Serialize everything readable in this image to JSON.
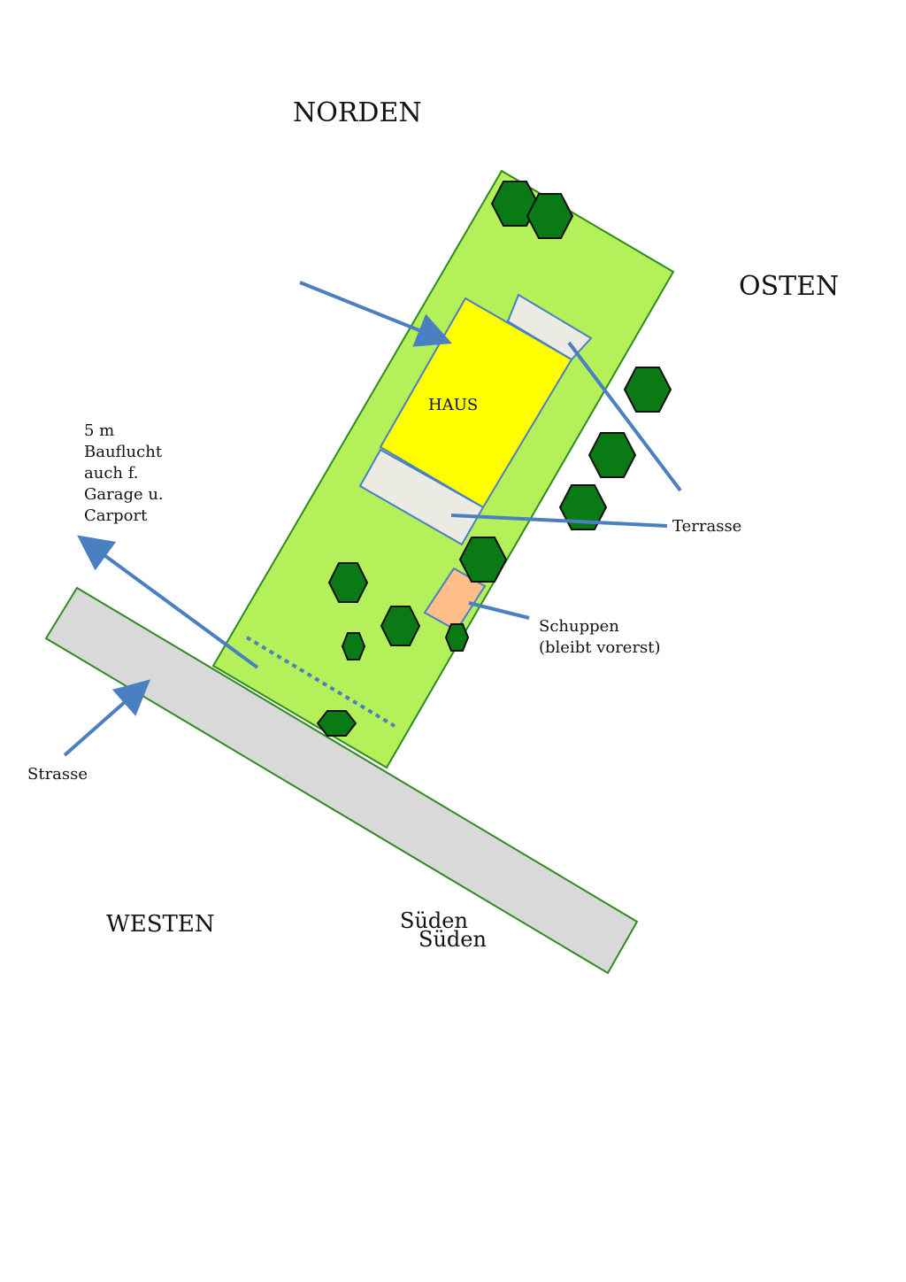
{
  "compass": {
    "north": "NORDEN",
    "east": "OSTEN",
    "west": "WESTEN",
    "south_1": "Süden",
    "south_2": "Süden"
  },
  "labels": {
    "house": "HAUS",
    "setback_line_1": "5 m",
    "setback_line_2": "Bauflucht",
    "setback_line_3": "auch f.",
    "setback_line_4": "Garage u.",
    "setback_line_5": "Carport",
    "terrace": "Terrasse",
    "shed_line_1": "Schuppen",
    "shed_line_2": "(bleibt vorerst)",
    "street": "Strasse"
  },
  "colors": {
    "plot_fill": "#b3f05a",
    "plot_stroke": "#2e8b1e",
    "street_fill": "#d9d9d9",
    "house_fill": "#ffff00",
    "terrace_fill": "#ebebe4",
    "shed_fill": "#ffbd88",
    "tree_fill": "#0a7a14",
    "arrow": "#4a7fc1"
  }
}
